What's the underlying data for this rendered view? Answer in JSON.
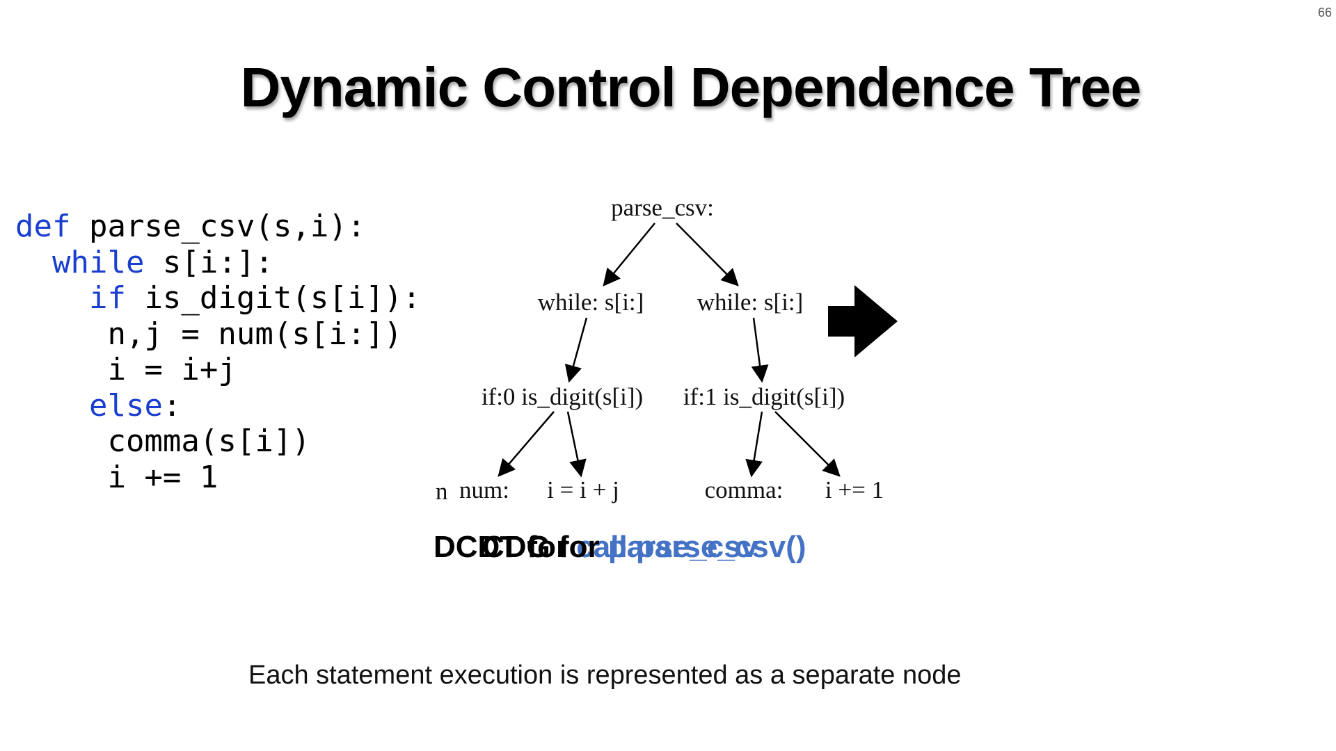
{
  "page_number": "66",
  "title": "Dynamic Control Dependence Tree",
  "code": {
    "lines": [
      {
        "indent": "",
        "keyword": "def",
        "rest": " parse_csv(s,i):"
      },
      {
        "indent": "  ",
        "keyword": "while",
        "rest": " s[i:]:"
      },
      {
        "indent": "    ",
        "keyword": "if",
        "rest": " is_digit(s[i]):"
      },
      {
        "indent": "     ",
        "keyword": "",
        "rest": "n,j = num(s[i:])"
      },
      {
        "indent": "     ",
        "keyword": "",
        "rest": "i = i+j"
      },
      {
        "indent": "    ",
        "keyword": "else",
        "rest": ":"
      },
      {
        "indent": "     ",
        "keyword": "",
        "rest": "comma(s[i])"
      },
      {
        "indent": "     ",
        "keyword": "",
        "rest": "i += 1"
      }
    ]
  },
  "tree": {
    "nodes": {
      "root": "parse_csv:",
      "while_left": "while: s[i:]",
      "while_right": "while: s[i:]",
      "if_left": "if:0 is_digit(s[i])",
      "if_right": "if:1 is_digit(s[i])",
      "leaf_num_clip": "n",
      "leaf_num": "num:",
      "leaf_assign": "i = i + j",
      "leaf_comma": "comma:",
      "leaf_inc": "i += 1"
    }
  },
  "captions": {
    "first_plain": "DCDT for ",
    "first_accent": "call parse_csv()",
    "second_plain": "CDG for ",
    "second_accent": "parse_csv"
  },
  "footer": "Each statement execution is represented as a separate node",
  "colors": {
    "keyword": "#1a3ecf",
    "accent": "#4472c4",
    "text": "#000000"
  }
}
